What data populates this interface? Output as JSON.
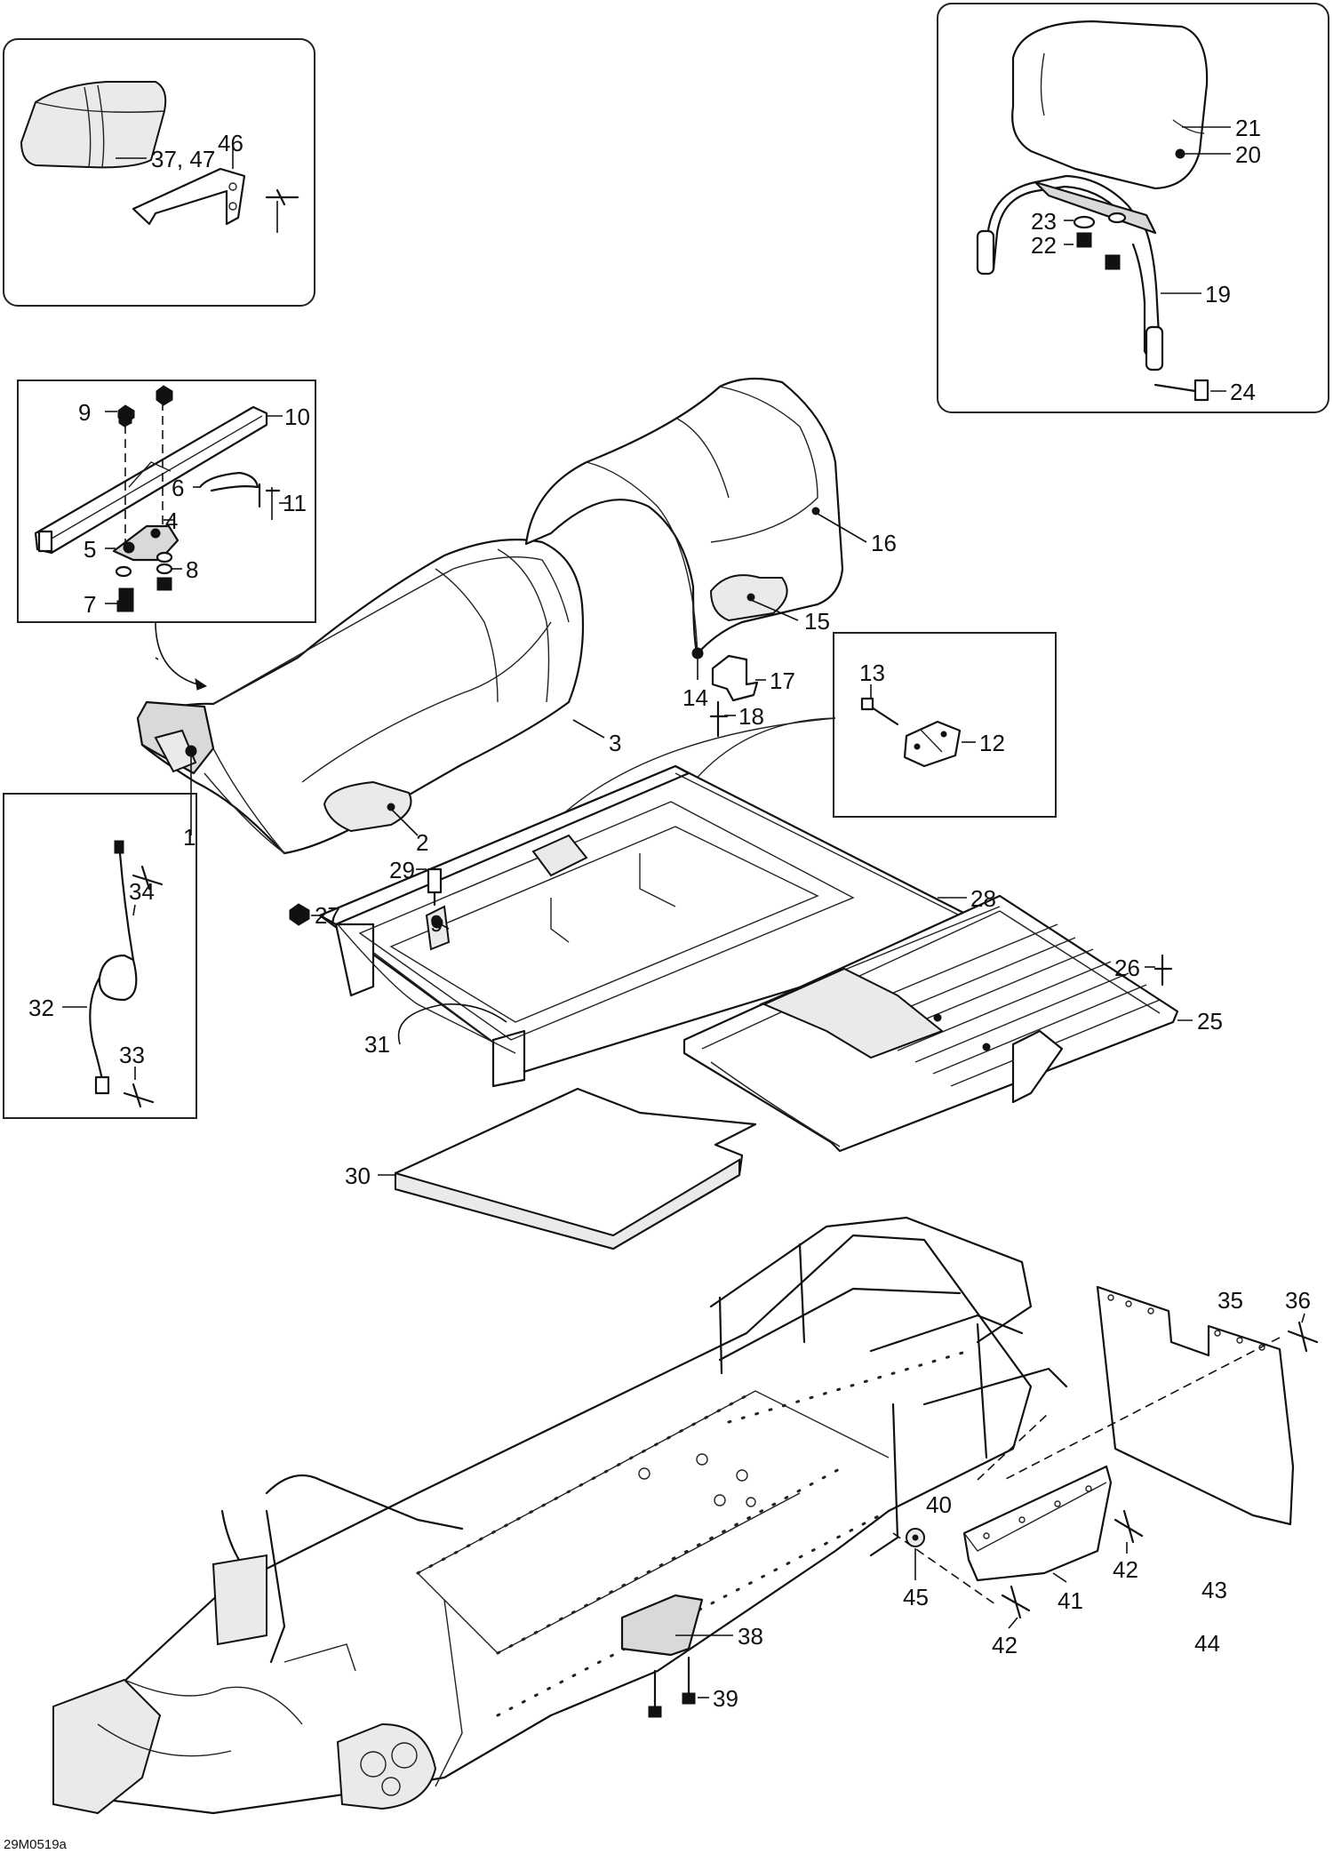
{
  "diagram": {
    "reference_code": "29M0519a",
    "callouts": {
      "c1": "1",
      "c2": "2",
      "c3": "3",
      "c4": "4",
      "c5": "5",
      "c6": "6",
      "c7": "7",
      "c8": "8",
      "c9a": "9",
      "c9b": "9",
      "c10": "10",
      "c11": "11",
      "c12": "12",
      "c13": "13",
      "c14": "14",
      "c15": "15",
      "c16": "16",
      "c17": "17",
      "c18": "18",
      "c19": "19",
      "c20": "20",
      "c21": "21",
      "c22": "22",
      "c23": "23",
      "c24": "24",
      "c25": "25",
      "c26": "26",
      "c27": "27",
      "c28": "28",
      "c29": "29",
      "c30": "30",
      "c31": "31",
      "c32": "32",
      "c33": "33",
      "c34": "34",
      "c35": "35",
      "c36": "36",
      "c37_47": "37, 47",
      "c38": "38",
      "c39": "39",
      "c40": "40",
      "c41": "41",
      "c42a": "42",
      "c42b": "42",
      "c43": "43",
      "c44": "44",
      "c45": "45",
      "c46": "46"
    }
  }
}
